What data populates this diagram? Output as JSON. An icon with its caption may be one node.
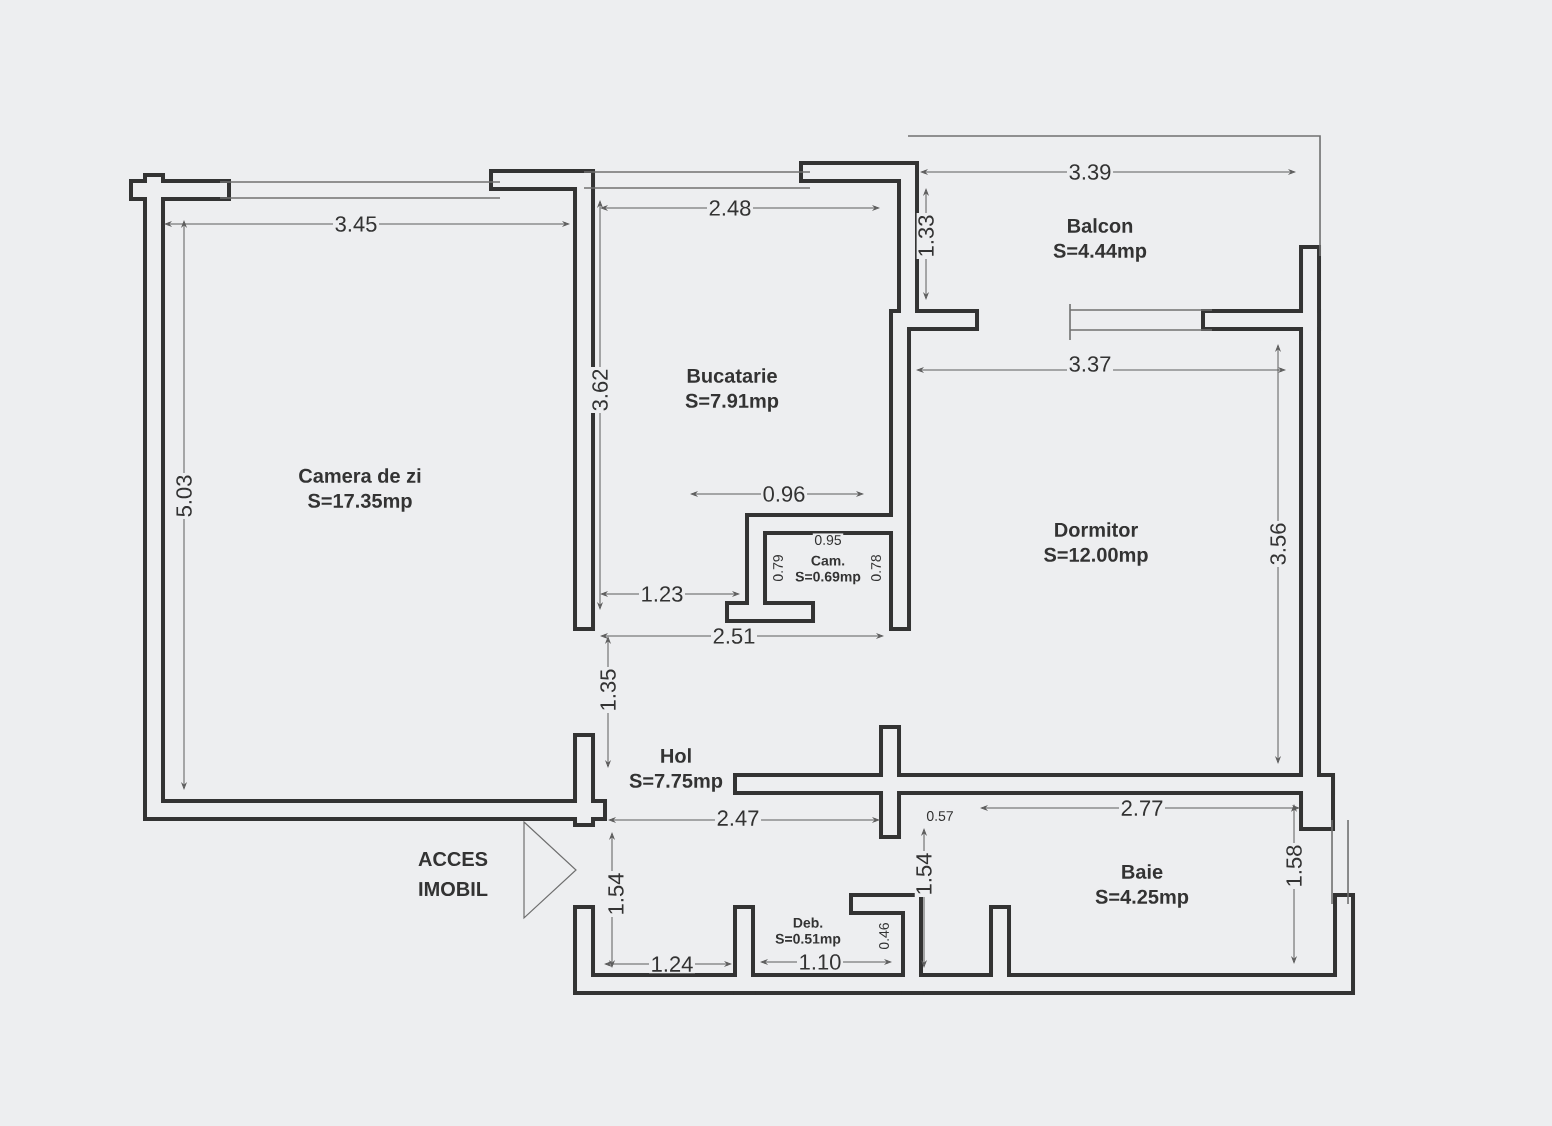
{
  "diagram": {
    "nodes": [
      {
        "text": [
          "Camera de zi",
          "S=17.35mp"
        ]
      },
      {
        "text": [
          "Bucatarie",
          "S=7.91mp"
        ]
      },
      {
        "text": [
          "Balcon",
          "S=4.44mp"
        ]
      },
      {
        "text": [
          "Dormitor",
          "S=12.00mp"
        ]
      },
      {
        "text": [
          "Cam.",
          "S=0.69mp"
        ]
      },
      {
        "text": [
          "Hol",
          "S=7.75mp"
        ]
      },
      {
        "text": [
          "Deb.",
          "S=0.51mp"
        ]
      },
      {
        "text": [
          "Baie",
          "S=4.25mp"
        ]
      }
    ],
    "labels": [
      "3.45",
      "2.48",
      "3.39",
      "1.33",
      "3.62",
      "5.03",
      "3.37",
      "0.96",
      "0.95",
      "0.79",
      "0.78",
      "1.23",
      "2.51",
      "3.56",
      "1.35",
      "2.47",
      "0.57",
      "2.77",
      "1.54",
      "1.54",
      "1.58",
      "1.24",
      "1.10",
      "0.46",
      "ACCES IMOBIL"
    ]
  }
}
